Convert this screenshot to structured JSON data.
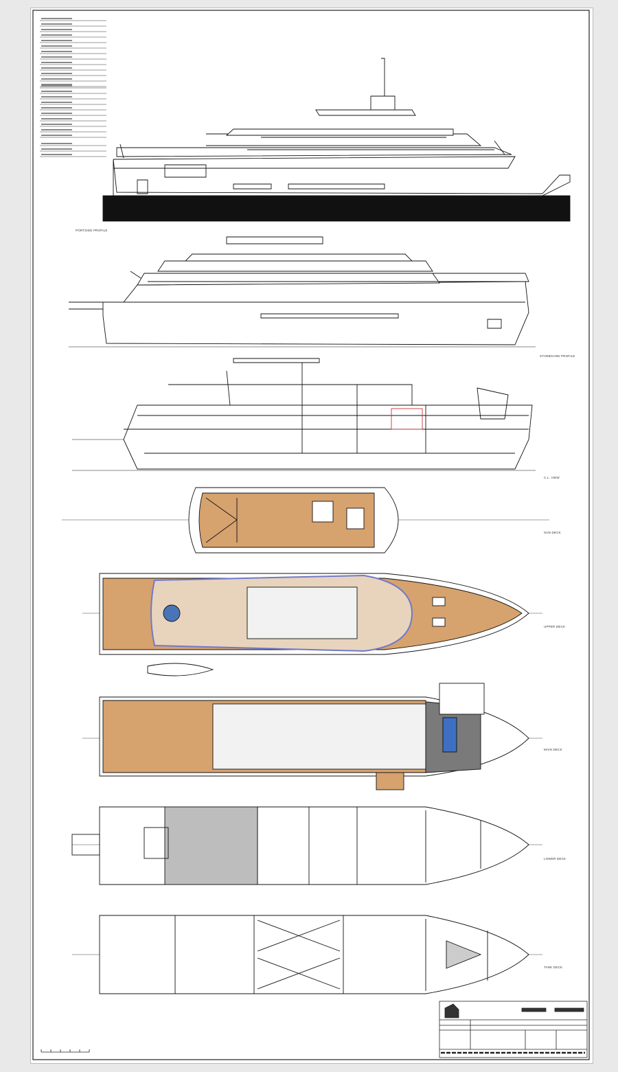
{
  "views": {
    "portside_profile": "PORTSIDE PROFILE",
    "starboard_profile": "STARBOARD PROFILE",
    "centerline_view": "C.L. VIEW",
    "sun_deck": "SUN DECK",
    "upper_deck": "UPPER DECK",
    "main_deck": "MAIN DECK",
    "lower_deck": "LOWER DECK",
    "tank_deck": "TANK DECK"
  },
  "colors": {
    "deck_teak": "#d6a26e",
    "line": "#111111",
    "hull_bottom": "#111111",
    "upper_deck_outline": "#6f79c9",
    "main_deck_service": "#7a7a7a"
  }
}
